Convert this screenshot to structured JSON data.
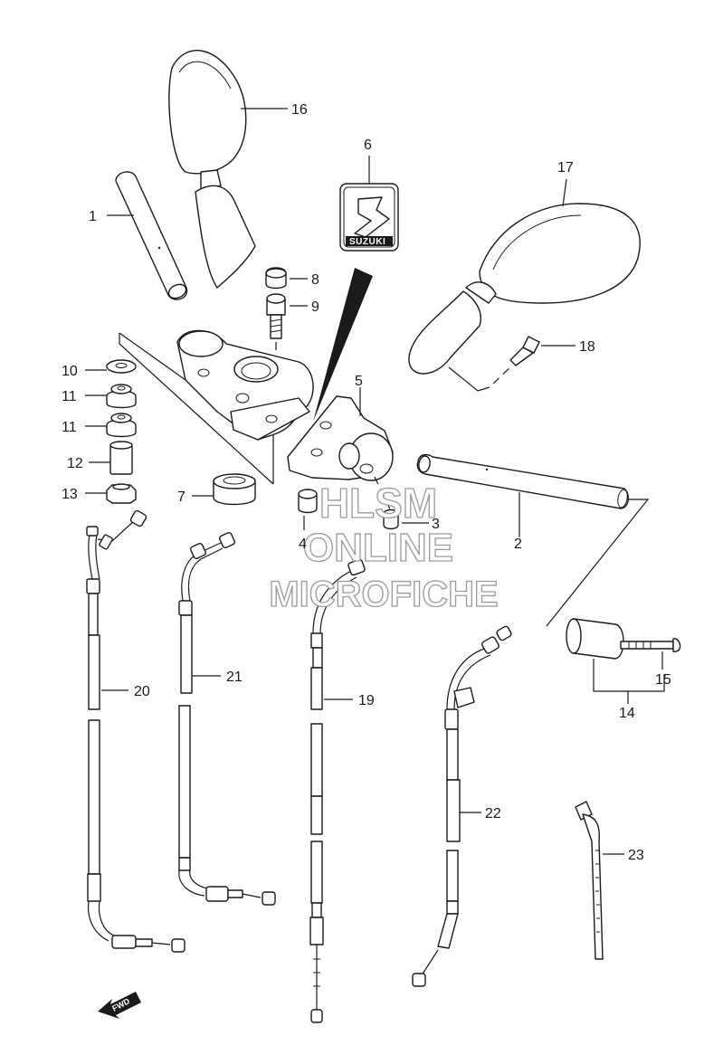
{
  "callouts": [
    {
      "id": "p1",
      "label": "1"
    },
    {
      "id": "p2",
      "label": "2"
    },
    {
      "id": "p3",
      "label": "3"
    },
    {
      "id": "p4",
      "label": "4"
    },
    {
      "id": "p5",
      "label": "5"
    },
    {
      "id": "p6",
      "label": "6"
    },
    {
      "id": "p7",
      "label": "7"
    },
    {
      "id": "p8",
      "label": "8"
    },
    {
      "id": "p9",
      "label": "9"
    },
    {
      "id": "p10",
      "label": "10"
    },
    {
      "id": "p11a",
      "label": "11"
    },
    {
      "id": "p11b",
      "label": "11"
    },
    {
      "id": "p12",
      "label": "12"
    },
    {
      "id": "p13",
      "label": "13"
    },
    {
      "id": "p14",
      "label": "14"
    },
    {
      "id": "p15",
      "label": "15"
    },
    {
      "id": "p16",
      "label": "16"
    },
    {
      "id": "p17",
      "label": "17"
    },
    {
      "id": "p18",
      "label": "18"
    },
    {
      "id": "p19",
      "label": "19"
    },
    {
      "id": "p20",
      "label": "20"
    },
    {
      "id": "p21",
      "label": "21"
    },
    {
      "id": "p22",
      "label": "22"
    },
    {
      "id": "p23",
      "label": "23"
    }
  ],
  "logo_text": "SUZUKI",
  "fwd_label": "FWD",
  "watermark": {
    "line1": "HLSM",
    "line2": "ONLINE",
    "line3": "MICROFICHE"
  },
  "colors": {
    "line_art": "#1a1a1a",
    "watermark_outline": "#9a9a9a"
  }
}
